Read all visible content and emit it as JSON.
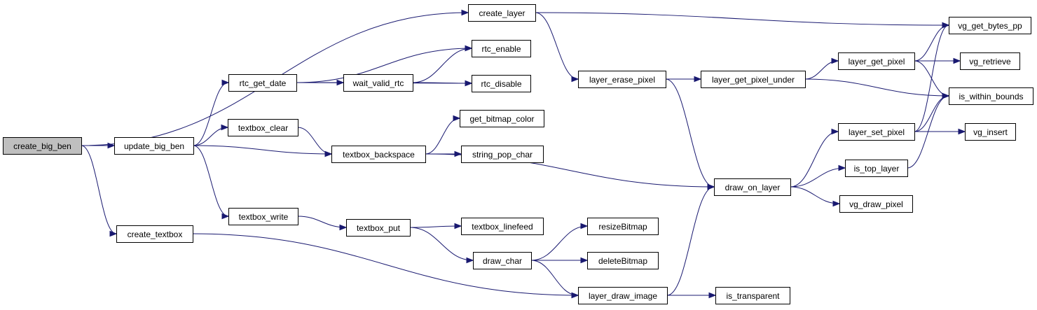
{
  "diagram": {
    "colors": {
      "edge": "#191970",
      "root_fill": "#bfbfbf",
      "node_fill": "#ffffff",
      "node_border": "#000000"
    },
    "nodes": {
      "create_big_ben": "create_big_ben",
      "create_layer": "create_layer",
      "update_big_ben": "update_big_ben",
      "create_textbox": "create_textbox",
      "rtc_get_date": "rtc_get_date",
      "wait_valid_rtc": "wait_valid_rtc",
      "rtc_enable": "rtc_enable",
      "rtc_disable": "rtc_disable",
      "textbox_clear": "textbox_clear",
      "textbox_backspace": "textbox_backspace",
      "get_bitmap_color": "get_bitmap_color",
      "string_pop_char": "string_pop_char",
      "textbox_write": "textbox_write",
      "textbox_put": "textbox_put",
      "textbox_linefeed": "textbox_linefeed",
      "draw_char": "draw_char",
      "resizeBitmap": "resizeBitmap",
      "deleteBitmap": "deleteBitmap",
      "layer_draw_image": "layer_draw_image",
      "is_transparent": "is_transparent",
      "layer_erase_pixel": "layer_erase_pixel",
      "layer_get_pixel_under": "layer_get_pixel_under",
      "draw_on_layer": "draw_on_layer",
      "layer_get_pixel": "layer_get_pixel",
      "layer_set_pixel": "layer_set_pixel",
      "is_top_layer": "is_top_layer",
      "vg_draw_pixel": "vg_draw_pixel",
      "vg_get_bytes_pp": "vg_get_bytes_pp",
      "vg_retrieve": "vg_retrieve",
      "is_within_bounds": "is_within_bounds",
      "vg_insert": "vg_insert"
    },
    "edges": [
      [
        "create_big_ben",
        "create_layer"
      ],
      [
        "create_big_ben",
        "update_big_ben"
      ],
      [
        "create_big_ben",
        "create_textbox"
      ],
      [
        "create_layer",
        "vg_get_bytes_pp"
      ],
      [
        "create_layer",
        "layer_erase_pixel"
      ],
      [
        "update_big_ben",
        "rtc_get_date"
      ],
      [
        "update_big_ben",
        "textbox_clear"
      ],
      [
        "update_big_ben",
        "textbox_backspace"
      ],
      [
        "update_big_ben",
        "textbox_write"
      ],
      [
        "rtc_get_date",
        "rtc_enable"
      ],
      [
        "rtc_get_date",
        "wait_valid_rtc"
      ],
      [
        "rtc_get_date",
        "rtc_disable"
      ],
      [
        "wait_valid_rtc",
        "rtc_enable"
      ],
      [
        "wait_valid_rtc",
        "rtc_disable"
      ],
      [
        "textbox_clear",
        "textbox_backspace"
      ],
      [
        "textbox_backspace",
        "get_bitmap_color"
      ],
      [
        "textbox_backspace",
        "string_pop_char"
      ],
      [
        "textbox_backspace",
        "draw_on_layer"
      ],
      [
        "textbox_write",
        "textbox_put"
      ],
      [
        "textbox_put",
        "textbox_linefeed"
      ],
      [
        "textbox_put",
        "draw_char"
      ],
      [
        "draw_char",
        "resizeBitmap"
      ],
      [
        "draw_char",
        "deleteBitmap"
      ],
      [
        "draw_char",
        "layer_draw_image"
      ],
      [
        "create_textbox",
        "layer_draw_image"
      ],
      [
        "layer_draw_image",
        "is_transparent"
      ],
      [
        "layer_draw_image",
        "draw_on_layer"
      ],
      [
        "layer_erase_pixel",
        "layer_get_pixel_under"
      ],
      [
        "layer_erase_pixel",
        "draw_on_layer"
      ],
      [
        "layer_get_pixel_under",
        "layer_get_pixel"
      ],
      [
        "layer_get_pixel_under",
        "is_within_bounds"
      ],
      [
        "layer_get_pixel",
        "vg_get_bytes_pp"
      ],
      [
        "layer_get_pixel",
        "vg_retrieve"
      ],
      [
        "layer_get_pixel",
        "is_within_bounds"
      ],
      [
        "draw_on_layer",
        "layer_set_pixel"
      ],
      [
        "draw_on_layer",
        "is_top_layer"
      ],
      [
        "draw_on_layer",
        "vg_draw_pixel"
      ],
      [
        "layer_set_pixel",
        "vg_get_bytes_pp"
      ],
      [
        "layer_set_pixel",
        "is_within_bounds"
      ],
      [
        "layer_set_pixel",
        "vg_insert"
      ],
      [
        "is_top_layer",
        "is_within_bounds"
      ]
    ]
  }
}
